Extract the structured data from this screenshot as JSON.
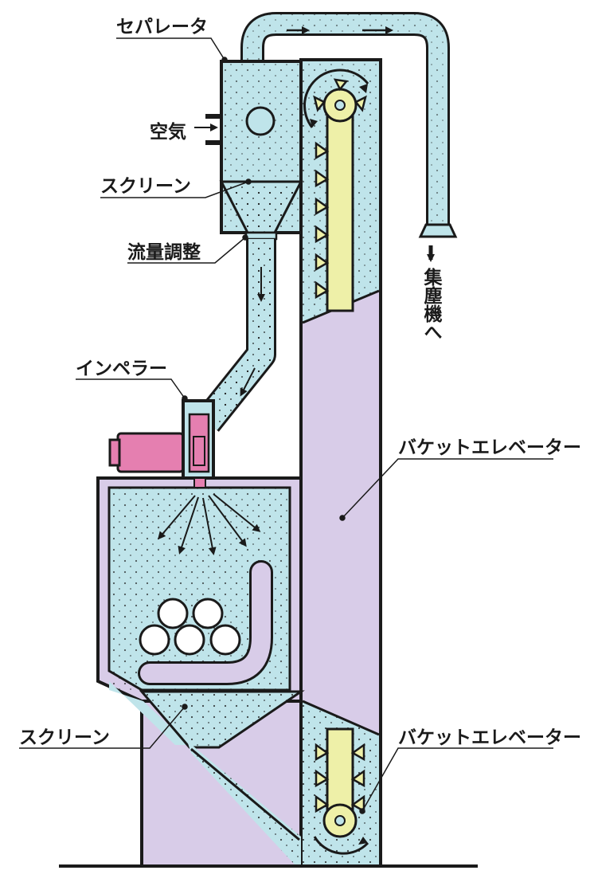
{
  "labels": {
    "separator": "セパレータ",
    "air": "空気",
    "screen_top": "スクリーン",
    "flow_adjust": "流量調整",
    "impeller": "インペラー",
    "bucket_elevator_main": "バケットエレベーター",
    "screen_bottom": "スクリーン",
    "bucket_elevator_bottom": "バケットエレベーター",
    "to_dust_collector": "集塵機へ"
  },
  "colors": {
    "duct_fill": "#bfe4ea",
    "elevator_fill": "#d8cce8",
    "belt_fill": "#eef0a8",
    "motor_fill": "#e57fb0",
    "outline": "#1a1a1a",
    "text": "#1a1a1a"
  }
}
